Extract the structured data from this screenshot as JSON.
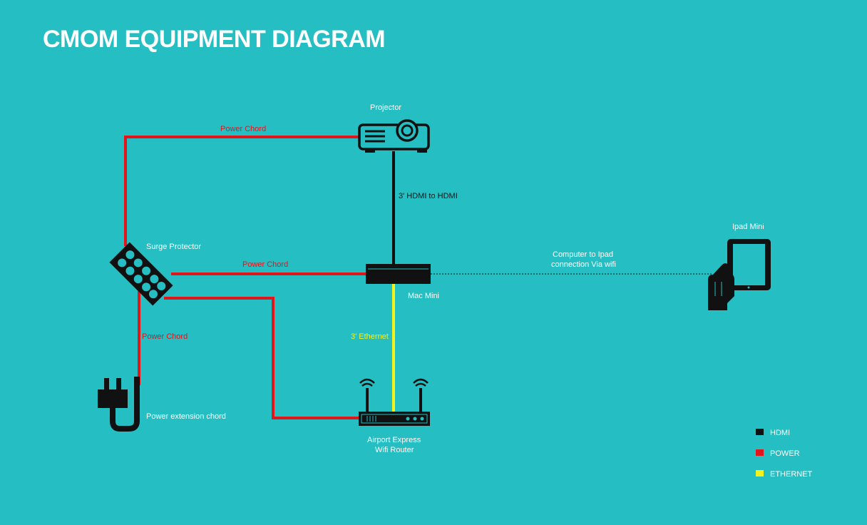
{
  "title": "CMOM EQUIPMENT DIAGRAM",
  "devices": {
    "projector": "Projector",
    "mac_mini": "Mac Mini",
    "ipad_mini": "Ipad Mini",
    "surge_protector": "Surge Protector",
    "power_extension": "Power extension chord",
    "router_line1": "Airport Express",
    "router_line2": "Wifi Router"
  },
  "connections": {
    "power_top": "Power Chord",
    "power_mid": "Power Chord",
    "power_left": "Power Chord",
    "hdmi": "3' HDMI to HDMI",
    "ethernet": "3' Ethernet",
    "wifi_line1": "Computer to Ipad",
    "wifi_line2": "connection Via wifi"
  },
  "legend": [
    {
      "label": "HDMI",
      "color": "#111111"
    },
    {
      "label": "POWER",
      "color": "#e0161b"
    },
    {
      "label": "ETHERNET",
      "color": "#f2f21c"
    }
  ],
  "colors": {
    "background": "#25bec3",
    "hdmi": "#111111",
    "power": "#e0161b",
    "ethernet": "#f2f21c"
  }
}
